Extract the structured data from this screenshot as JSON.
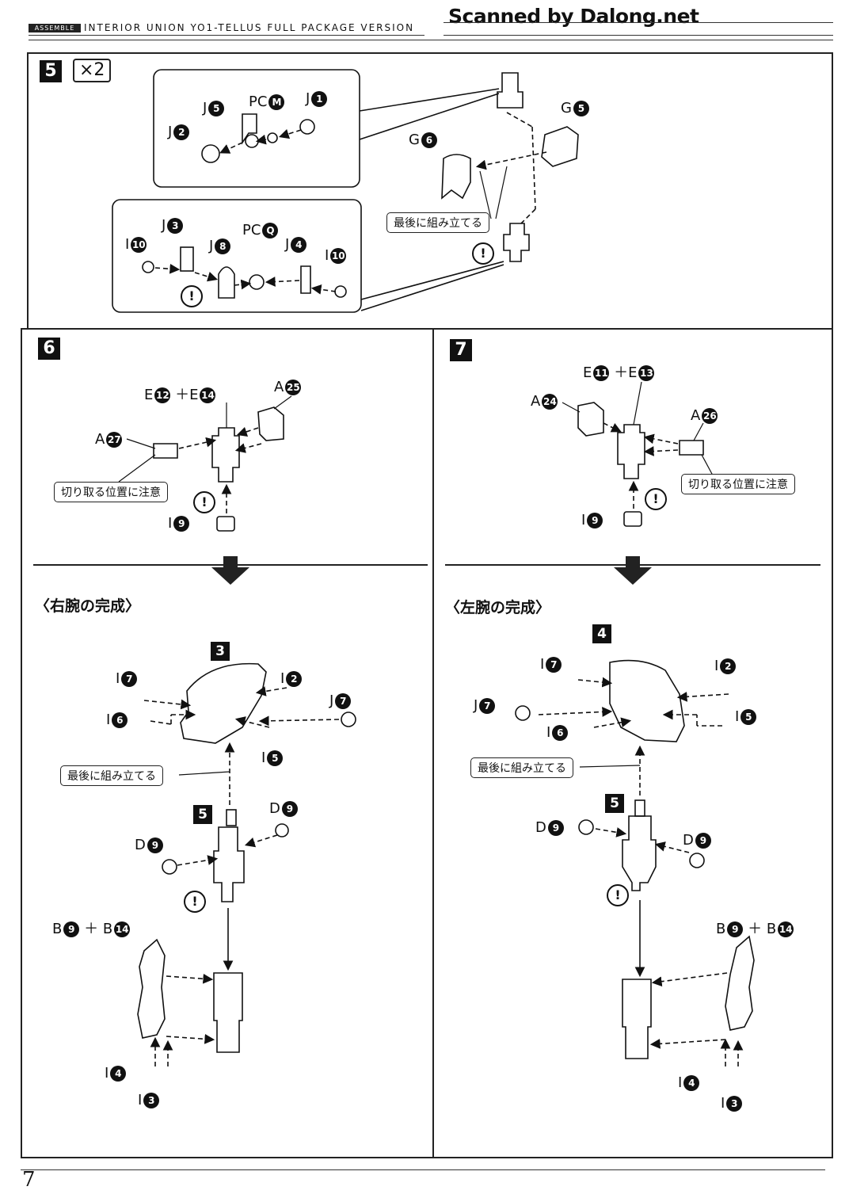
{
  "header": {
    "tag": "ASSEMBLE",
    "title": "INTERIOR UNION YO1-TELLUS FULL PACKAGE VERSION",
    "scan_credit": "Scanned by Dalong.net"
  },
  "step5": {
    "number": "5",
    "multiplier": "×2",
    "labels": {
      "j5": "J",
      "j5n": "5",
      "pcm": "PC",
      "pcmn": "M",
      "j1": "J",
      "j1n": "1",
      "j2": "J",
      "j2n": "2",
      "g5": "G",
      "g5n": "5",
      "g6": "G",
      "g6n": "6",
      "i10a": "I",
      "i10an": "10",
      "j3": "J",
      "j3n": "3",
      "j8": "J",
      "j8n": "8",
      "pcq": "PC",
      "pcqn": "Q",
      "j4": "J",
      "j4n": "4",
      "i10b": "I",
      "i10bn": "10"
    },
    "note": "最後に組み立てる"
  },
  "step6": {
    "number": "6",
    "labels": {
      "e12": "E",
      "e12n": "12",
      "plus": "＋",
      "e14": "E",
      "e14n": "14",
      "a25": "A",
      "a25n": "25",
      "a27": "A",
      "a27n": "27",
      "i9": "I",
      "i9n": "9"
    },
    "note": "切り取る位置に注意",
    "completion": "〈右腕の完成〉",
    "sub_step": "3",
    "sub_step2": "5",
    "parts": {
      "i7": "I",
      "i7n": "7",
      "i2": "I",
      "i2n": "2",
      "j7": "J",
      "j7n": "7",
      "i6": "I",
      "i6n": "6",
      "i5": "I",
      "i5n": "5",
      "d9a": "D",
      "d9an": "9",
      "d9b": "D",
      "d9bn": "9",
      "b9": "B",
      "b9n": "9",
      "b14": "B",
      "b14n": "14",
      "i4": "I",
      "i4n": "4",
      "i3": "I",
      "i3n": "3"
    },
    "assemble_note": "最後に組み立てる"
  },
  "step7": {
    "number": "7",
    "labels": {
      "e11": "E",
      "e11n": "11",
      "plus": "＋",
      "e13": "E",
      "e13n": "13",
      "a24": "A",
      "a24n": "24",
      "a26": "A",
      "a26n": "26",
      "i9": "I",
      "i9n": "9"
    },
    "note": "切り取る位置に注意",
    "completion": "〈左腕の完成〉",
    "sub_step": "4",
    "sub_step2": "5",
    "parts": {
      "i7": "I",
      "i7n": "7",
      "i2": "I",
      "i2n": "2",
      "j7": "J",
      "j7n": "7",
      "i6": "I",
      "i6n": "6",
      "i5": "I",
      "i5n": "5",
      "d9a": "D",
      "d9an": "9",
      "d9b": "D",
      "d9bn": "9",
      "b9": "B",
      "b9n": "9",
      "b14": "B",
      "b14n": "14",
      "i4": "I",
      "i4n": "4",
      "i3": "I",
      "i3n": "3"
    },
    "assemble_note": "最後に組み立てる"
  },
  "warning_glyph": "!",
  "page_number": "7"
}
